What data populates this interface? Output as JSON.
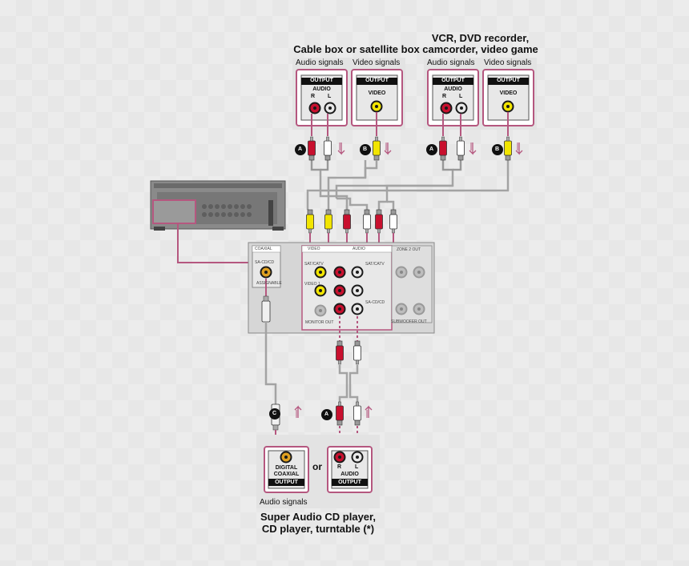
{
  "cable_box": {
    "title": "Cable box or satellite box",
    "audio_signals": "Audio signals",
    "video_signals": "Video signals",
    "output": "OUTPUT",
    "audio": "AUDIO",
    "r": "R",
    "l": "L",
    "video": "VIDEO"
  },
  "vcr": {
    "title_line1": "VCR, DVD recorder,",
    "title_line2": "camcorder, video game",
    "audio_signals": "Audio signals",
    "video_signals": "Video signals",
    "output": "OUTPUT",
    "audio": "AUDIO",
    "r": "R",
    "l": "L",
    "video": "VIDEO"
  },
  "receiver_panel": {
    "coaxial": "COAXIAL",
    "sacd_cd": "SA-CD/CD",
    "assignable": "ASSIGNABLE",
    "video": "VIDEO",
    "audio": "AUDIO",
    "sat_catv": "SAT/CATV",
    "video1": "VIDEO 1",
    "sacd_cd2": "SA-CD/CD",
    "monitor_out": "MONITOR OUT",
    "zone2_out": "ZONE 2 OUT",
    "subwoofer_out": "SUBWOOFER OUT"
  },
  "markers": {
    "a": "A",
    "b": "B",
    "c": "C"
  },
  "cd_player": {
    "digital_coaxial_line1": "DIGITAL",
    "digital_coaxial_line2": "COAXIAL",
    "output": "OUTPUT",
    "or": "or",
    "r": "R",
    "l": "L",
    "audio": "AUDIO",
    "audio_signals": "Audio signals",
    "title_line1": "Super Audio CD player,",
    "title_line2": "CD player, turntable (*)"
  },
  "colors": {
    "frame": "#b5577f",
    "cable": "#a3a3a3",
    "red_plug": "#c8102e",
    "yellow_plug": "#f2e500",
    "white_plug": "#ffffff",
    "panel_bg": "#d6d6d6"
  }
}
